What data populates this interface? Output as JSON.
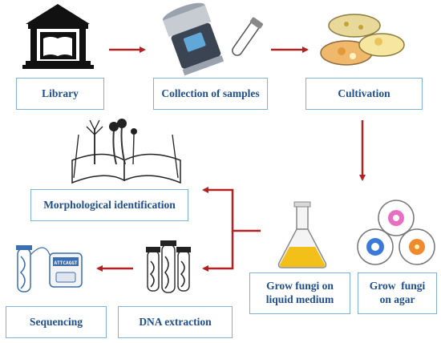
{
  "steps": {
    "library": "Library",
    "collection": "Collection of samples",
    "cultivation": "Cultivation",
    "morphological": "Morphological identification",
    "grow_liquid_line1": "Grow fungi on",
    "grow_liquid_line2": "liquid medium",
    "grow_agar_line1": "Grow  fungi",
    "grow_agar_line2": "on agar",
    "sequencing": "Sequencing",
    "dna_extraction": "DNA extraction",
    "sequencer_screen": "ATTCAGGT"
  },
  "colors": {
    "arrow": "#b22222",
    "box_border": "#7fb2d6",
    "box_text": "#1f4e8c"
  }
}
